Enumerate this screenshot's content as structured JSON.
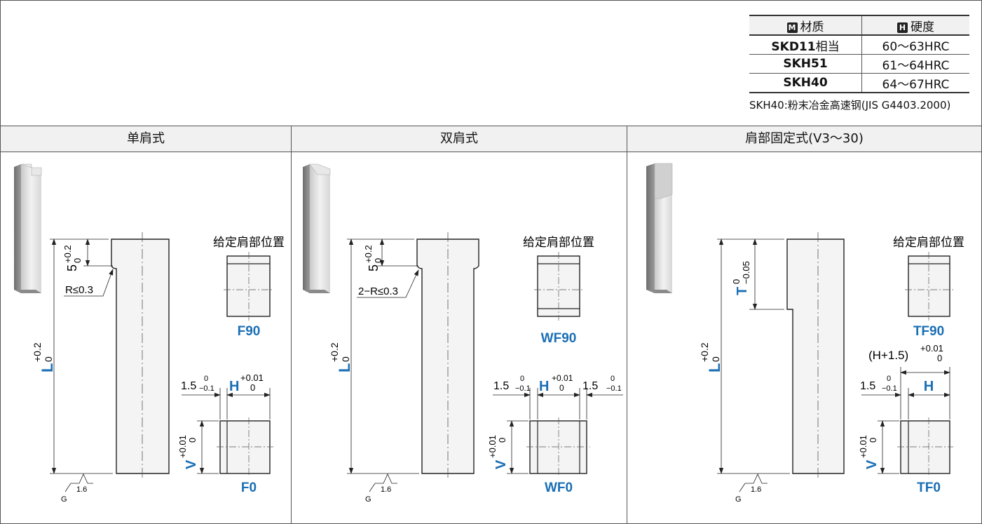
{
  "material_table": {
    "header_material": "材质",
    "header_hardness": "硬度",
    "header_material_icon": "M",
    "header_hardness_icon": "H",
    "rows": [
      {
        "material": "SKD11",
        "material_suffix": "相当",
        "hardness": "60～63HRC"
      },
      {
        "material": "SKH51",
        "material_suffix": "",
        "hardness": "61～64HRC"
      },
      {
        "material": "SKH40",
        "material_suffix": "",
        "hardness": "64～67HRC"
      }
    ],
    "note": "SKH40:粉末冶金高速钢(JIS G4403.2000)"
  },
  "colors": {
    "accent": "#1a6fb5",
    "header_bg": "#f1f1f1",
    "line": "#222222",
    "part_fill": "#f4f4f4"
  },
  "sections": [
    {
      "title": "单肩式",
      "labels": {
        "L": "L",
        "L_tol_upper": "+0.2",
        "L_tol_lower": "0",
        "shoulder": "5",
        "shoulder_tol_upper": "+0.2",
        "shoulder_tol_lower": "0",
        "radius": "R≤0.3",
        "position_title": "给定肩部位置",
        "view1_code": "F90",
        "view2_code": "F0",
        "dim15": "1.5",
        "dim15_tol_upper": "0",
        "dim15_tol_lower": "−0.1",
        "H": "H",
        "H_tol_upper": "+0.01",
        "H_tol_lower": "0",
        "V": "V",
        "V_tol_upper": "+0.01",
        "V_tol_lower": "0",
        "roughness": "1.6",
        "datum": "G"
      }
    },
    {
      "title": "双肩式",
      "labels": {
        "L": "L",
        "L_tol_upper": "+0.2",
        "L_tol_lower": "0",
        "shoulder": "5",
        "shoulder_tol_upper": "+0.2",
        "shoulder_tol_lower": "0",
        "radius": "2−R≤0.3",
        "position_title": "给定肩部位置",
        "view1_code": "WF90",
        "view2_code": "WF0",
        "dim15": "1.5",
        "dim15_tol_upper": "0",
        "dim15_tol_lower": "−0.1",
        "H": "H",
        "H_tol_upper": "+0.01",
        "H_tol_lower": "0",
        "dim15b": "1.5",
        "dim15b_tol_upper": "0",
        "dim15b_tol_lower": "−0.1",
        "V": "V",
        "V_tol_upper": "+0.01",
        "V_tol_lower": "0",
        "roughness": "1.6",
        "datum": "G"
      }
    },
    {
      "title": "肩部固定式(V3～30)",
      "labels": {
        "L": "L",
        "L_tol_upper": "+0.2",
        "L_tol_lower": "0",
        "T": "T",
        "T_tol_upper": "0",
        "T_tol_lower": "−0.05",
        "position_title": "给定肩部位置",
        "view1_code": "TF90",
        "view2_code": "TF0",
        "HH": "(H+1.5)",
        "HH_tol_upper": "+0.01",
        "HH_tol_lower": "0",
        "dim15": "1.5",
        "dim15_tol_upper": "0",
        "dim15_tol_lower": "−0.1",
        "H": "H",
        "V": "V",
        "V_tol_upper": "+0.01",
        "V_tol_lower": "0",
        "roughness": "1.6",
        "datum": "G"
      }
    }
  ]
}
